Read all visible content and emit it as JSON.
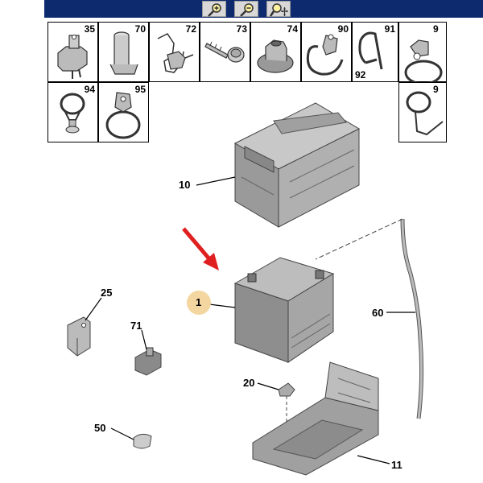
{
  "toolbar": {
    "buttons": [
      {
        "name": "zoom-in",
        "icon": "zoom-in-icon"
      },
      {
        "name": "zoom-out",
        "icon": "zoom-out-icon"
      },
      {
        "name": "zoom-move",
        "icon": "zoom-move-icon"
      }
    ]
  },
  "parts_grid": {
    "row1": [
      "35",
      "70",
      "72",
      "73",
      "74",
      "90",
      "91",
      "9"
    ],
    "row1_extra": "92",
    "row2": [
      "94",
      "95",
      "9"
    ]
  },
  "callouts": {
    "battery_tray_cover": "10",
    "battery": "1",
    "bracket": "25",
    "connector": "71",
    "clip": "50",
    "nut": "20",
    "vent_tube": "60",
    "battery_tray": "11"
  },
  "colors": {
    "toolbar": "#0d2a6e",
    "highlight": "#f3d6a0",
    "arrow": "#e02020",
    "part_fill": "#9a9a9a"
  }
}
